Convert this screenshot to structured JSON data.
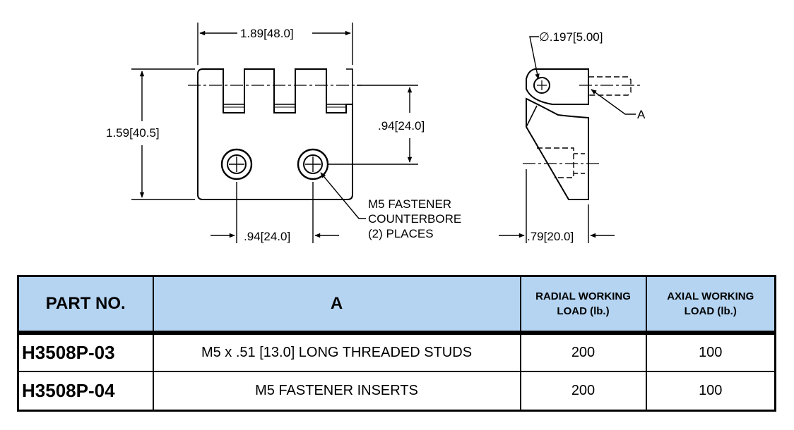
{
  "drawing": {
    "dims": {
      "width": "1.89",
      "width_mm": "48.0",
      "height": "1.59",
      "height_mm": "40.5",
      "hole_offset": ".94",
      "hole_offset_mm": "24.0",
      "hole_spacing": ".94",
      "hole_spacing_mm": "24.0",
      "pin_dia": "∅.197",
      "pin_dia_mm": "5.00",
      "depth": ".79",
      "depth_mm": "20.0",
      "callout_a": "A"
    },
    "note": [
      "M5 FASTENER",
      "COUNTERBORE",
      "(2) PLACES"
    ]
  },
  "table": {
    "headers": {
      "part_no": "PART NO.",
      "a": "A",
      "radial": [
        "RADIAL WORKING",
        "LOAD (lb.)"
      ],
      "axial": [
        "AXIAL WORKING",
        "LOAD (lb.)"
      ]
    },
    "rows": [
      {
        "part_no": "H3508P-03",
        "a": "M5 x .51 [13.0] LONG THREADED STUDS",
        "radial": "200",
        "axial": "100"
      },
      {
        "part_no": "H3508P-04",
        "a": "M5 FASTENER INSERTS",
        "radial": "200",
        "axial": "100"
      }
    ],
    "header_color": "#b4d4f2"
  }
}
